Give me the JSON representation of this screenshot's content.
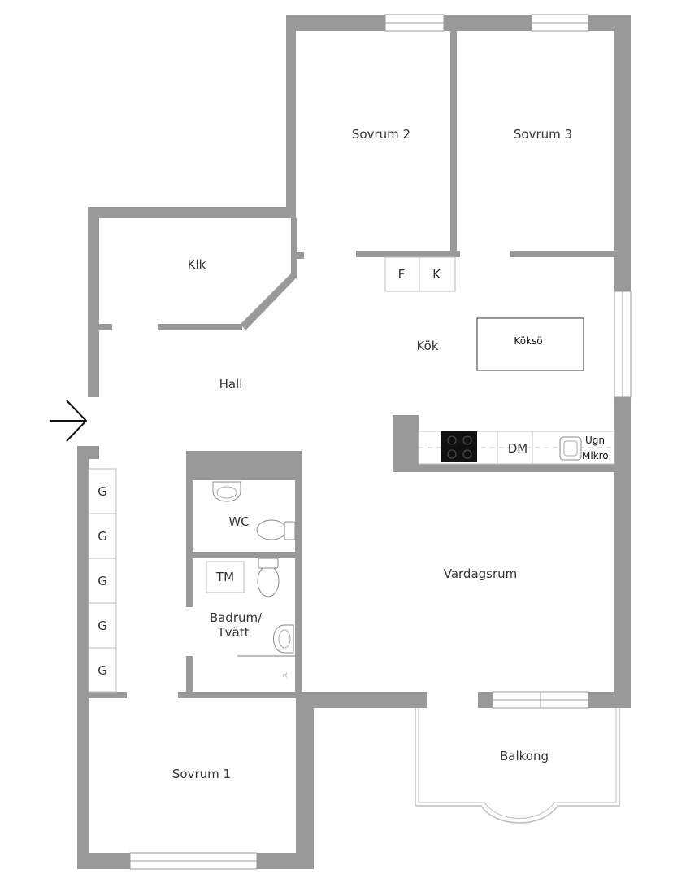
{
  "rooms": {
    "sovrum2": "Sovrum 2",
    "sovrum3": "Sovrum 3",
    "klk": "Klk",
    "kok": "Kök",
    "hall": "Hall",
    "wc": "WC",
    "badrum": "Badrum/",
    "badrum_line2": "Tvätt",
    "vardagsrum": "Vardagsrum",
    "balkong": "Balkong",
    "sovrum1": "Sovrum 1"
  },
  "fixtures": {
    "fridge": "F",
    "freezer": "K",
    "island": "Köksö",
    "dishwasher": "DM",
    "oven": "Ugn",
    "microwave": "Mikro",
    "dryer": "TM",
    "wardrobes": [
      "G",
      "G",
      "G",
      "G",
      "G"
    ]
  },
  "icons": {
    "entrance": "entrance-arrow-icon",
    "stove": "stove-icon",
    "sink": "sink-icon",
    "toilet": "toilet-icon"
  },
  "colors": {
    "wall": "#999999",
    "label": "#333333",
    "stove": "#111111"
  }
}
